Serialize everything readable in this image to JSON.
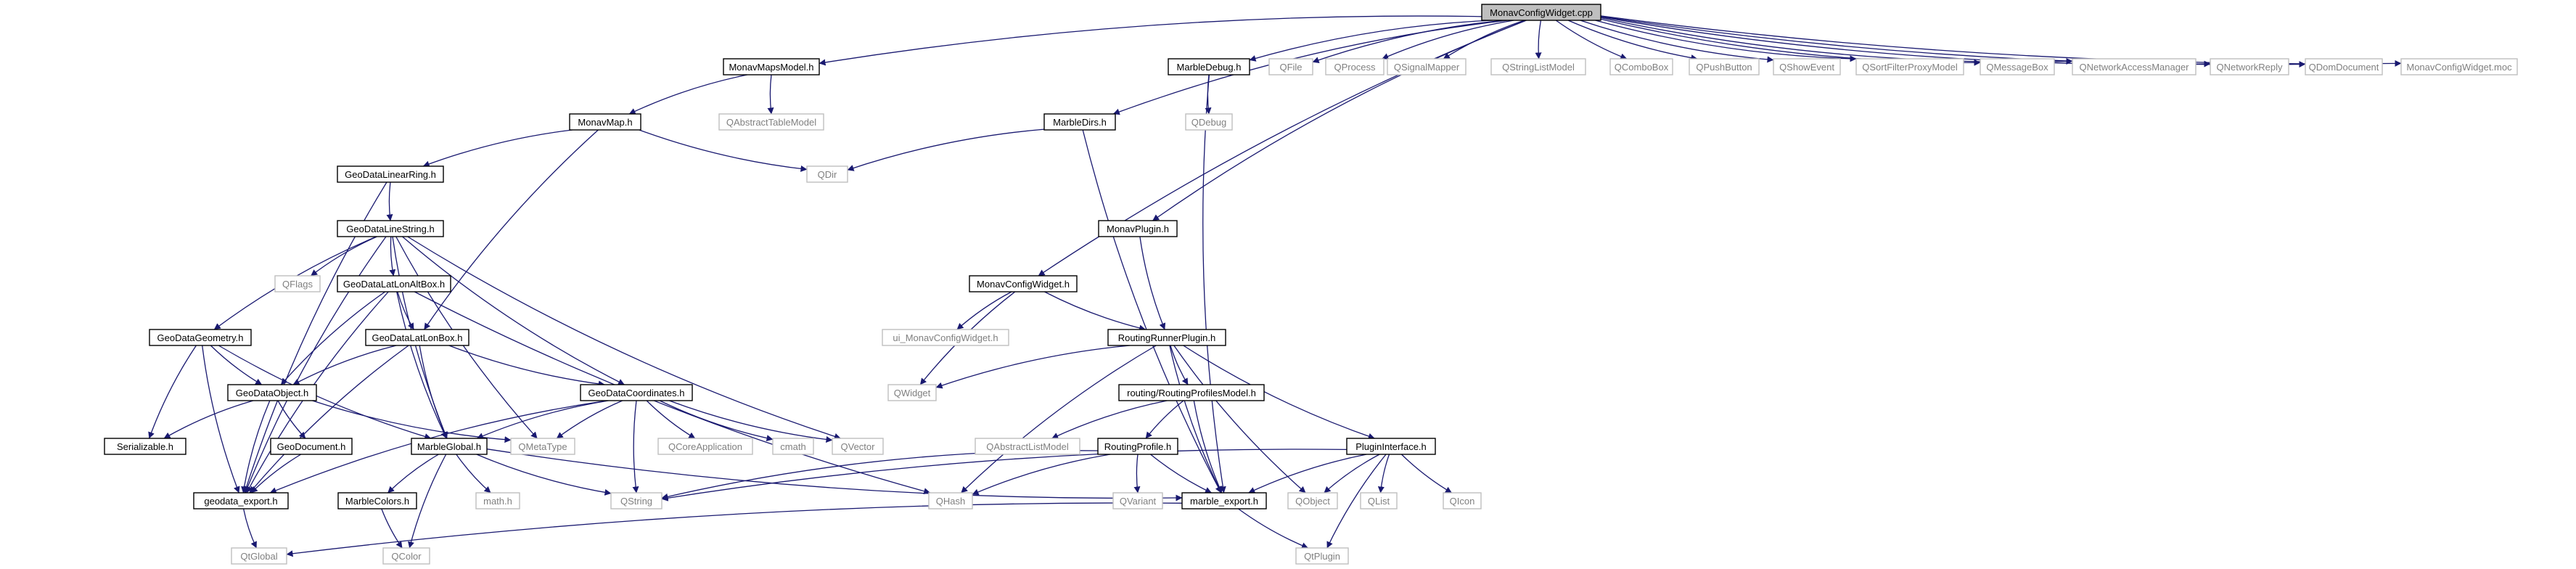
{
  "colors": {
    "edge": "#191970",
    "node_border": "#000000",
    "external_border": "#bfbfbf",
    "root_fill": "#bfbfbf",
    "node_fill": "#ffffff",
    "text": "#000000",
    "external_text": "#808080"
  },
  "diagram": {
    "nodes": [
      {
        "id": "root",
        "label": "MonavConfigWidget.cpp",
        "kind": "root"
      },
      {
        "id": "mapsmodel",
        "label": "MonavMapsModel.h",
        "kind": "internal"
      },
      {
        "id": "marbledebug",
        "label": "MarbleDebug.h",
        "kind": "internal"
      },
      {
        "id": "qfile",
        "label": "QFile",
        "kind": "external"
      },
      {
        "id": "qprocess",
        "label": "QProcess",
        "kind": "external"
      },
      {
        "id": "qsignalmapper",
        "label": "QSignalMapper",
        "kind": "external"
      },
      {
        "id": "qstringlistmodel",
        "label": "QStringListModel",
        "kind": "external"
      },
      {
        "id": "qcombobox",
        "label": "QComboBox",
        "kind": "external"
      },
      {
        "id": "qpushbutton",
        "label": "QPushButton",
        "kind": "external"
      },
      {
        "id": "qshowevent",
        "label": "QShowEvent",
        "kind": "external"
      },
      {
        "id": "qsortfilter",
        "label": "QSortFilterProxyModel",
        "kind": "external"
      },
      {
        "id": "qmessagebox",
        "label": "QMessageBox",
        "kind": "external"
      },
      {
        "id": "qnam",
        "label": "QNetworkAccessManager",
        "kind": "external"
      },
      {
        "id": "qnetreply",
        "label": "QNetworkReply",
        "kind": "external"
      },
      {
        "id": "qdomdoc",
        "label": "QDomDocument",
        "kind": "external"
      },
      {
        "id": "moc",
        "label": "MonavConfigWidget.moc",
        "kind": "external"
      },
      {
        "id": "monavmap",
        "label": "MonavMap.h",
        "kind": "internal"
      },
      {
        "id": "qabstracttable",
        "label": "QAbstractTableModel",
        "kind": "external"
      },
      {
        "id": "qdebug",
        "label": "QDebug",
        "kind": "external"
      },
      {
        "id": "marbledirs",
        "label": "MarbleDirs.h",
        "kind": "internal"
      },
      {
        "id": "linearring",
        "label": "GeoDataLinearRing.h",
        "kind": "internal"
      },
      {
        "id": "qdir",
        "label": "QDir",
        "kind": "external"
      },
      {
        "id": "linestring",
        "label": "GeoDataLineString.h",
        "kind": "internal"
      },
      {
        "id": "monavplugin",
        "label": "MonavPlugin.h",
        "kind": "internal"
      },
      {
        "id": "qflags",
        "label": "QFlags",
        "kind": "external"
      },
      {
        "id": "latlonalt",
        "label": "GeoDataLatLonAltBox.h",
        "kind": "internal"
      },
      {
        "id": "monavconfigh",
        "label": "MonavConfigWidget.h",
        "kind": "internal"
      },
      {
        "id": "geometry",
        "label": "GeoDataGeometry.h",
        "kind": "internal"
      },
      {
        "id": "latlonbox",
        "label": "GeoDataLatLonBox.h",
        "kind": "internal"
      },
      {
        "id": "uimonav",
        "label": "ui_MonavConfigWidget.h",
        "kind": "external"
      },
      {
        "id": "routingrunner",
        "label": "RoutingRunnerPlugin.h",
        "kind": "internal"
      },
      {
        "id": "geoobject",
        "label": "GeoDataObject.h",
        "kind": "internal"
      },
      {
        "id": "coordinates",
        "label": "GeoDataCoordinates.h",
        "kind": "internal"
      },
      {
        "id": "qwidget",
        "label": "QWidget",
        "kind": "external"
      },
      {
        "id": "profilesmodel",
        "label": "routing/RoutingProfilesModel.h",
        "kind": "internal"
      },
      {
        "id": "serializable",
        "label": "Serializable.h",
        "kind": "internal"
      },
      {
        "id": "geodocument",
        "label": "GeoDocument.h",
        "kind": "internal"
      },
      {
        "id": "marbleglobal",
        "label": "MarbleGlobal.h",
        "kind": "internal"
      },
      {
        "id": "qmetatype",
        "label": "QMetaType",
        "kind": "external"
      },
      {
        "id": "qcoreapp",
        "label": "QCoreApplication",
        "kind": "external"
      },
      {
        "id": "cmath",
        "label": "cmath",
        "kind": "external"
      },
      {
        "id": "qvector",
        "label": "QVector",
        "kind": "external"
      },
      {
        "id": "qabstractlist",
        "label": "QAbstractListModel",
        "kind": "external"
      },
      {
        "id": "routingprofile",
        "label": "RoutingProfile.h",
        "kind": "internal"
      },
      {
        "id": "plugininterface",
        "label": "PluginInterface.h",
        "kind": "internal"
      },
      {
        "id": "geodataexport",
        "label": "geodata_export.h",
        "kind": "internal"
      },
      {
        "id": "marblecolors",
        "label": "MarbleColors.h",
        "kind": "internal"
      },
      {
        "id": "mathh",
        "label": "math.h",
        "kind": "external"
      },
      {
        "id": "qstring",
        "label": "QString",
        "kind": "external"
      },
      {
        "id": "qhash",
        "label": "QHash",
        "kind": "external"
      },
      {
        "id": "qvariant",
        "label": "QVariant",
        "kind": "external"
      },
      {
        "id": "marbleexport",
        "label": "marble_export.h",
        "kind": "internal"
      },
      {
        "id": "qobject",
        "label": "QObject",
        "kind": "external"
      },
      {
        "id": "qlist",
        "label": "QList",
        "kind": "external"
      },
      {
        "id": "qicon",
        "label": "QIcon",
        "kind": "external"
      },
      {
        "id": "qtglobal",
        "label": "QtGlobal",
        "kind": "external"
      },
      {
        "id": "qcolor",
        "label": "QColor",
        "kind": "external"
      },
      {
        "id": "qtplugin",
        "label": "QtPlugin",
        "kind": "external"
      }
    ],
    "edges": [
      [
        "root",
        "mapsmodel"
      ],
      [
        "root",
        "marbledebug"
      ],
      [
        "root",
        "qfile"
      ],
      [
        "root",
        "qprocess"
      ],
      [
        "root",
        "qsignalmapper"
      ],
      [
        "root",
        "qstringlistmodel"
      ],
      [
        "root",
        "qcombobox"
      ],
      [
        "root",
        "qpushbutton"
      ],
      [
        "root",
        "qshowevent"
      ],
      [
        "root",
        "qsortfilter"
      ],
      [
        "root",
        "qmessagebox"
      ],
      [
        "root",
        "qnam"
      ],
      [
        "root",
        "qnetreply"
      ],
      [
        "root",
        "qdomdoc"
      ],
      [
        "root",
        "moc"
      ],
      [
        "root",
        "marbledirs"
      ],
      [
        "root",
        "monavplugin"
      ],
      [
        "root",
        "monavconfigh"
      ],
      [
        "mapsmodel",
        "monavmap"
      ],
      [
        "mapsmodel",
        "qabstracttable"
      ],
      [
        "marbledebug",
        "qdebug"
      ],
      [
        "marbledebug",
        "marbleexport"
      ],
      [
        "monavmap",
        "linearring"
      ],
      [
        "monavmap",
        "qdir"
      ],
      [
        "monavmap",
        "latlonbox"
      ],
      [
        "marbledirs",
        "qdir"
      ],
      [
        "marbledirs",
        "marbleexport"
      ],
      [
        "linearring",
        "linestring"
      ],
      [
        "linearring",
        "geodataexport"
      ],
      [
        "linestring",
        "qflags"
      ],
      [
        "linestring",
        "latlonalt"
      ],
      [
        "linestring",
        "geometry"
      ],
      [
        "linestring",
        "coordinates"
      ],
      [
        "linestring",
        "marbleglobal"
      ],
      [
        "linestring",
        "qmetatype"
      ],
      [
        "linestring",
        "qvector"
      ],
      [
        "linestring",
        "geodataexport"
      ],
      [
        "latlonalt",
        "latlonbox"
      ],
      [
        "latlonalt",
        "geoobject"
      ],
      [
        "latlonalt",
        "marbleglobal"
      ],
      [
        "latlonalt",
        "qhash"
      ],
      [
        "latlonalt",
        "geodataexport"
      ],
      [
        "geometry",
        "geoobject"
      ],
      [
        "geometry",
        "serializable"
      ],
      [
        "geometry",
        "marbleglobal"
      ],
      [
        "geometry",
        "geodataexport"
      ],
      [
        "latlonbox",
        "geoobject"
      ],
      [
        "latlonbox",
        "coordinates"
      ],
      [
        "latlonbox",
        "marbleglobal"
      ],
      [
        "latlonbox",
        "geodataexport"
      ],
      [
        "geoobject",
        "serializable"
      ],
      [
        "geoobject",
        "geodocument"
      ],
      [
        "geoobject",
        "qmetatype"
      ],
      [
        "geoobject",
        "geodataexport"
      ],
      [
        "coordinates",
        "qcoreapp"
      ],
      [
        "coordinates",
        "cmath"
      ],
      [
        "coordinates",
        "qvector"
      ],
      [
        "coordinates",
        "qmetatype"
      ],
      [
        "coordinates",
        "qstring"
      ],
      [
        "coordinates",
        "marbleglobal"
      ],
      [
        "coordinates",
        "geodataexport"
      ],
      [
        "geodocument",
        "geodataexport"
      ],
      [
        "marbleglobal",
        "marblecolors"
      ],
      [
        "marbleglobal",
        "mathh"
      ],
      [
        "marbleglobal",
        "qstring"
      ],
      [
        "marbleglobal",
        "qcolor"
      ],
      [
        "marbleglobal",
        "marbleexport"
      ],
      [
        "marblecolors",
        "qcolor"
      ],
      [
        "geodataexport",
        "qtglobal"
      ],
      [
        "monavplugin",
        "routingrunner"
      ],
      [
        "monavconfigh",
        "uimonav"
      ],
      [
        "monavconfigh",
        "qwidget"
      ],
      [
        "monavconfigh",
        "routingrunner"
      ],
      [
        "routingrunner",
        "qwidget"
      ],
      [
        "routingrunner",
        "profilesmodel"
      ],
      [
        "routingrunner",
        "plugininterface"
      ],
      [
        "routingrunner",
        "qhash"
      ],
      [
        "routingrunner",
        "qobject"
      ],
      [
        "routingrunner",
        "marbleexport"
      ],
      [
        "profilesmodel",
        "qabstractlist"
      ],
      [
        "profilesmodel",
        "routingprofile"
      ],
      [
        "profilesmodel",
        "marbleexport"
      ],
      [
        "routingprofile",
        "qvariant"
      ],
      [
        "routingprofile",
        "qhash"
      ],
      [
        "routingprofile",
        "qstring"
      ],
      [
        "routingprofile",
        "marbleexport"
      ],
      [
        "plugininterface",
        "qstring"
      ],
      [
        "plugininterface",
        "qobject"
      ],
      [
        "plugininterface",
        "qlist"
      ],
      [
        "plugininterface",
        "qicon"
      ],
      [
        "plugininterface",
        "qtplugin"
      ],
      [
        "plugininterface",
        "marbleexport"
      ],
      [
        "marbleexport",
        "qtglobal"
      ],
      [
        "marbleexport",
        "qtplugin"
      ]
    ]
  }
}
